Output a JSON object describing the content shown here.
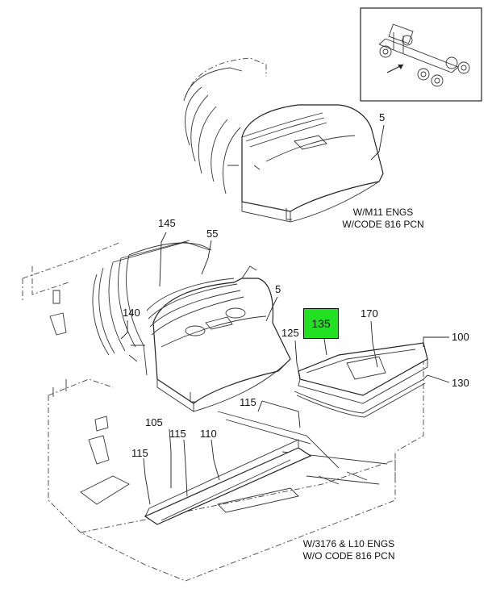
{
  "callouts": {
    "c5_top": "5",
    "c145": "145",
    "c55": "55",
    "c5_mid": "5",
    "c140": "140",
    "c135": "135",
    "c170": "170",
    "c125": "125",
    "c100": "100",
    "c130": "130",
    "c115_a": "115",
    "c105": "105",
    "c115_b": "115",
    "c110": "110",
    "c115_c": "115"
  },
  "notes": {
    "m11_line1": "W/M11 ENGS",
    "m11_line2": "W/CODE 816 PCN",
    "l10_line1": "W/3176 & L10 ENGS",
    "l10_line2": "W/O CODE 816 PCN"
  },
  "colors": {
    "highlight": "#22e022",
    "ink": "#222222"
  }
}
